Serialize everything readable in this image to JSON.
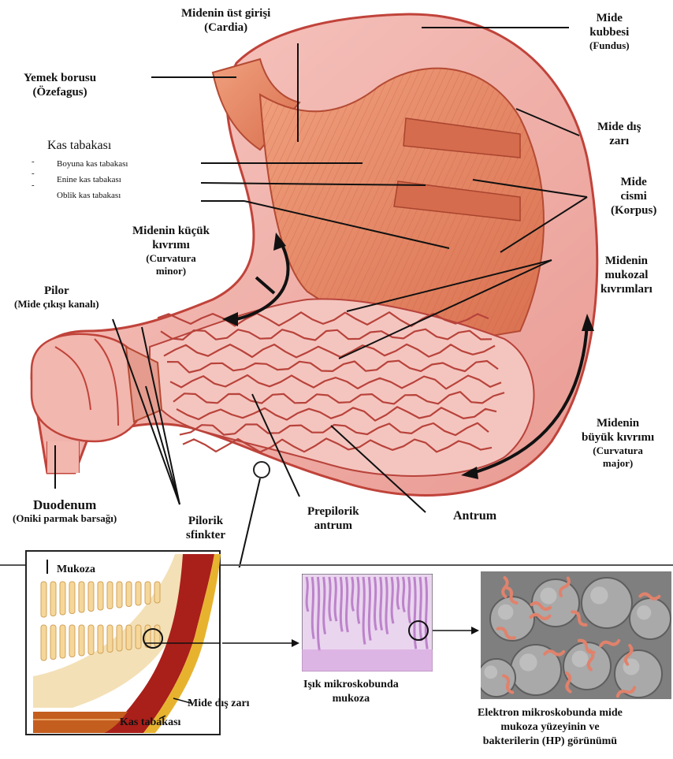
{
  "labels": {
    "cardia": [
      "Midenin üst  girişi",
      "(Cardia)"
    ],
    "fundus": [
      "Mide",
      "kubbesi",
      "(Fundus)"
    ],
    "esophagus": [
      "Yemek borusu",
      "(Özefagus)"
    ],
    "serosa": [
      "Mide dış",
      "zarı"
    ],
    "muscle_title": "Kas  tabakası",
    "muscle_layers": [
      "Boyuna kas tabakası",
      "Enine  kas  tabakası",
      "Oblik kas tabakası"
    ],
    "muscle_bullets": [
      "-",
      "-",
      "-"
    ],
    "corpus": [
      "Mide",
      "cismi",
      "(Korpus)"
    ],
    "lesser_curvature": [
      "Midenin küçük",
      "kıvrımı",
      "(Curvatura",
      "minor)"
    ],
    "mucosal_folds": [
      "Midenin",
      "mukozal",
      "kıvrımları"
    ],
    "pylorus": [
      "Pilor",
      "(Mide çıkışı kanalı)"
    ],
    "greater_curvature": [
      "Midenin",
      "büyük kıvrımı",
      "(Curvatura",
      "major)"
    ],
    "duodenum": [
      "Duodenum",
      "(Oniki parmak barsağı)"
    ],
    "pyloric_sphincter": [
      "Pilorik",
      "sfinkter"
    ],
    "prepyloric_antrum": [
      "Prepilorik",
      "antrum"
    ],
    "antrum": "Antrum"
  },
  "inset": {
    "mucosa_label": "Mukoza",
    "serosa_label": "Mide dış zarı",
    "muscle_label": "Kas tabakası",
    "light_micro_caption": [
      "Işık mikroskobunda",
      "mukoza"
    ],
    "electron_micro_caption": [
      "Elektron  mikroskobunda mide",
      "mukoza yüzeyinin ve",
      "bakterilerin (HP) görünümü"
    ]
  },
  "colors": {
    "stomach_outer": "#f3b4ad",
    "stomach_edge": "#c0433a",
    "muscle": "#e8866a",
    "muscle_dark": "#c9563f",
    "mucosa": "#f4c5bf",
    "mucosa_fold": "#b8433b",
    "histology": "#c58ad0",
    "sem_bg": "#9a9a9a",
    "bacteria": "#e0826c"
  }
}
